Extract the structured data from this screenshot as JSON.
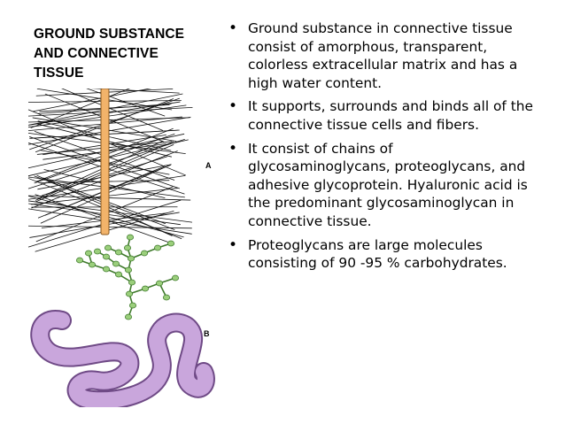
{
  "slide": {
    "title_lines": [
      "GROUND SUBSTANCE",
      "AND CONNECTIVE",
      "TISSUE"
    ],
    "bullets": [
      "Ground substance  in connective tissue consist of amorphous, transparent, colorless extracellular matrix and has a high water content.",
      "It supports, surrounds and binds all of the connective tissue cells and fibers.",
      "It consist of  chains of glycosaminoglycans, proteoglycans, and adhesive glycoprotein. Hyaluronic acid is the predominant glycosaminoglycan in connective tissue.",
      "Proteoglycans  are large molecules consisting of 90 -95 % carbohydrates."
    ]
  },
  "figure": {
    "label_a": "A",
    "label_b": "B",
    "colors": {
      "core_fill": "#f2b36a",
      "core_stroke": "#8a5a20",
      "bristles": "#111111",
      "protein_fill": "#c9a6dc",
      "protein_stroke": "#6f4a86",
      "beads_fill": "#9bcf7c",
      "beads_stroke": "#3f7a2c"
    }
  }
}
